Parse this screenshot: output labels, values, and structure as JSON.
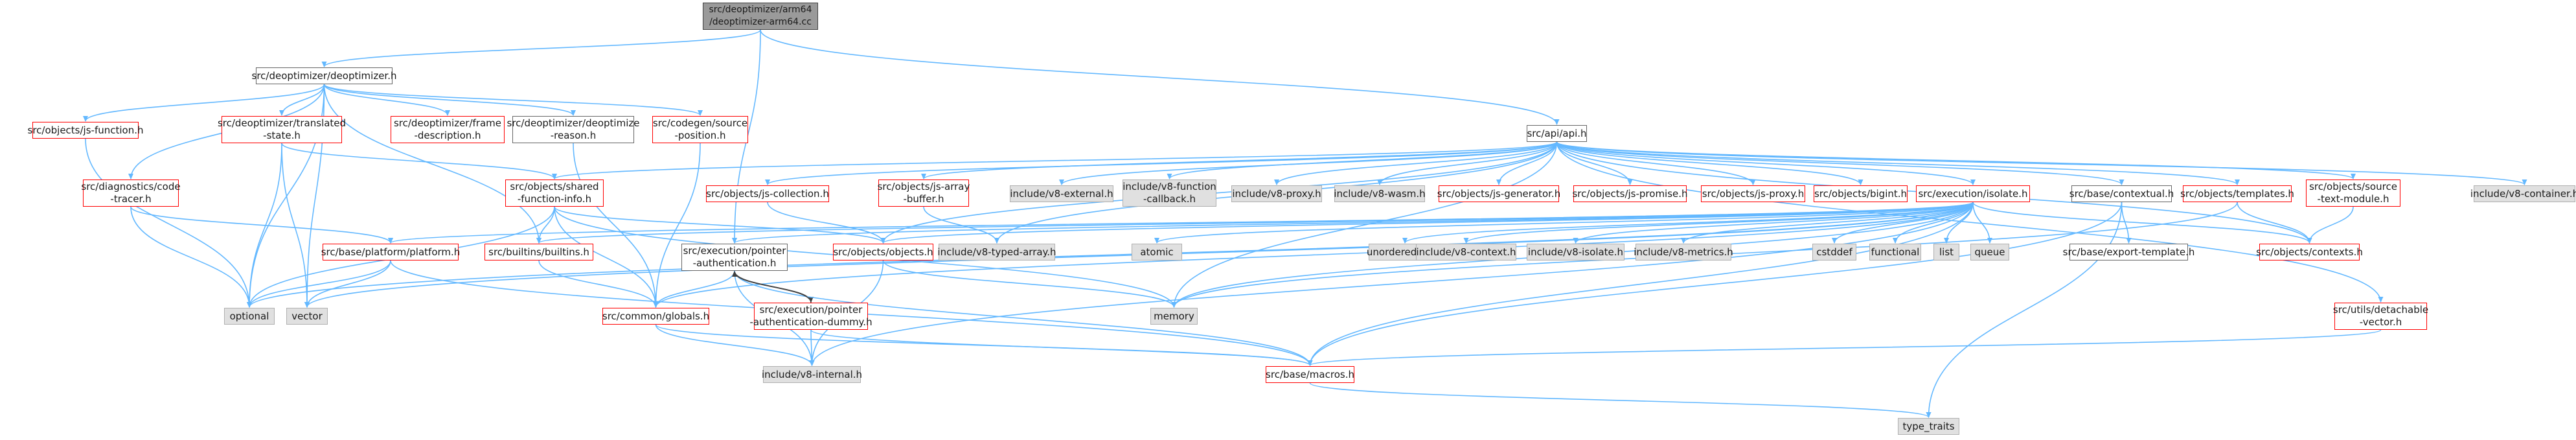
{
  "graph": {
    "nodes": [
      {
        "id": "root",
        "label": "src/deoptimizer/arm64\n/deoptimizer-arm64.cc",
        "kind": "root"
      },
      {
        "id": "deopt_h",
        "label": "src/deoptimizer/deoptimizer.h",
        "kind": "normal"
      },
      {
        "id": "api_h",
        "label": "src/api/api.h",
        "kind": "normal"
      },
      {
        "id": "js_function",
        "label": "src/objects/js-function.h",
        "kind": "red"
      },
      {
        "id": "translated_state",
        "label": "src/deoptimizer/translated\n-state.h",
        "kind": "red"
      },
      {
        "id": "frame_desc",
        "label": "src/deoptimizer/frame\n-description.h",
        "kind": "red"
      },
      {
        "id": "deopt_reason",
        "label": "src/deoptimizer/deoptimize\n-reason.h",
        "kind": "normal"
      },
      {
        "id": "source_position",
        "label": "src/codegen/source\n-position.h",
        "kind": "red"
      },
      {
        "id": "code_tracer",
        "label": "src/diagnostics/code\n-tracer.h",
        "kind": "red"
      },
      {
        "id": "shared_function_info",
        "label": "src/objects/shared\n-function-info.h",
        "kind": "red"
      },
      {
        "id": "js_collection",
        "label": "src/objects/js-collection.h",
        "kind": "red"
      },
      {
        "id": "js_array_buffer",
        "label": "src/objects/js-array\n-buffer.h",
        "kind": "red"
      },
      {
        "id": "v8_external",
        "label": "include/v8-external.h",
        "kind": "sys"
      },
      {
        "id": "v8_function_callback",
        "label": "include/v8-function\n-callback.h",
        "kind": "sys"
      },
      {
        "id": "v8_proxy",
        "label": "include/v8-proxy.h",
        "kind": "sys"
      },
      {
        "id": "v8_wasm",
        "label": "include/v8-wasm.h",
        "kind": "sys"
      },
      {
        "id": "js_generator",
        "label": "src/objects/js-generator.h",
        "kind": "red"
      },
      {
        "id": "js_promise",
        "label": "src/objects/js-promise.h",
        "kind": "red"
      },
      {
        "id": "js_proxy",
        "label": "src/objects/js-proxy.h",
        "kind": "red"
      },
      {
        "id": "bigint",
        "label": "src/objects/bigint.h",
        "kind": "red"
      },
      {
        "id": "isolate",
        "label": "src/execution/isolate.h",
        "kind": "red"
      },
      {
        "id": "contextual",
        "label": "src/base/contextual.h",
        "kind": "normal"
      },
      {
        "id": "templates",
        "label": "src/objects/templates.h",
        "kind": "red"
      },
      {
        "id": "source_text_module",
        "label": "src/objects/source\n-text-module.h",
        "kind": "red"
      },
      {
        "id": "v8_container",
        "label": "include/v8-container.h",
        "kind": "sys"
      },
      {
        "id": "platform",
        "label": "src/base/platform/platform.h",
        "kind": "red"
      },
      {
        "id": "builtins",
        "label": "src/builtins/builtins.h",
        "kind": "red"
      },
      {
        "id": "objects",
        "label": "src/objects/objects.h",
        "kind": "red"
      },
      {
        "id": "pointer_auth",
        "label": "src/execution/pointer\n-authentication.h",
        "kind": "normal"
      },
      {
        "id": "v8_typed_array",
        "label": "include/v8-typed-array.h",
        "kind": "sys"
      },
      {
        "id": "atomic",
        "label": "atomic",
        "kind": "sys"
      },
      {
        "id": "unordered_map",
        "label": "unordered_map",
        "kind": "sys"
      },
      {
        "id": "v8_context",
        "label": "include/v8-context.h",
        "kind": "sys"
      },
      {
        "id": "v8_isolate",
        "label": "include/v8-isolate.h",
        "kind": "sys"
      },
      {
        "id": "v8_metrics",
        "label": "include/v8-metrics.h",
        "kind": "sys"
      },
      {
        "id": "cstddef",
        "label": "cstddef",
        "kind": "sys"
      },
      {
        "id": "functional",
        "label": "functional",
        "kind": "sys"
      },
      {
        "id": "list",
        "label": "list",
        "kind": "sys"
      },
      {
        "id": "queue",
        "label": "queue",
        "kind": "sys"
      },
      {
        "id": "export_template",
        "label": "src/base/export-template.h",
        "kind": "normal"
      },
      {
        "id": "contexts",
        "label": "src/objects/contexts.h",
        "kind": "red"
      },
      {
        "id": "optional",
        "label": "optional",
        "kind": "sys"
      },
      {
        "id": "vector",
        "label": "vector",
        "kind": "sys"
      },
      {
        "id": "memory",
        "label": "memory",
        "kind": "sys"
      },
      {
        "id": "globals",
        "label": "src/common/globals.h",
        "kind": "red"
      },
      {
        "id": "pointer_auth_dummy",
        "label": "src/execution/pointer\n-authentication-dummy.h",
        "kind": "red"
      },
      {
        "id": "detachable_vector",
        "label": "src/utils/detachable\n-vector.h",
        "kind": "red"
      },
      {
        "id": "v8_internal",
        "label": "include/v8-internal.h",
        "kind": "sys"
      },
      {
        "id": "macros",
        "label": "src/base/macros.h",
        "kind": "red"
      },
      {
        "id": "type_traits",
        "label": "type_traits",
        "kind": "sys"
      }
    ],
    "edges": [
      [
        "root",
        "deopt_h"
      ],
      [
        "root",
        "api_h"
      ],
      [
        "root",
        "pointer_auth"
      ],
      [
        "deopt_h",
        "js_function"
      ],
      [
        "deopt_h",
        "translated_state"
      ],
      [
        "deopt_h",
        "frame_desc"
      ],
      [
        "deopt_h",
        "deopt_reason"
      ],
      [
        "deopt_h",
        "source_position"
      ],
      [
        "deopt_h",
        "code_tracer"
      ],
      [
        "deopt_h",
        "builtins"
      ],
      [
        "deopt_h",
        "optional"
      ],
      [
        "deopt_h",
        "vector"
      ],
      [
        "js_function",
        "optional"
      ],
      [
        "translated_state",
        "shared_function_info"
      ],
      [
        "translated_state",
        "optional"
      ],
      [
        "translated_state",
        "vector"
      ],
      [
        "deopt_reason",
        "globals"
      ],
      [
        "source_position",
        "globals"
      ],
      [
        "code_tracer",
        "platform"
      ],
      [
        "code_tracer",
        "optional"
      ],
      [
        "api_h",
        "shared_function_info"
      ],
      [
        "api_h",
        "js_collection"
      ],
      [
        "api_h",
        "js_array_buffer"
      ],
      [
        "api_h",
        "v8_external"
      ],
      [
        "api_h",
        "v8_function_callback"
      ],
      [
        "api_h",
        "v8_proxy"
      ],
      [
        "api_h",
        "v8_wasm"
      ],
      [
        "api_h",
        "js_generator"
      ],
      [
        "api_h",
        "js_promise"
      ],
      [
        "api_h",
        "js_proxy"
      ],
      [
        "api_h",
        "bigint"
      ],
      [
        "api_h",
        "isolate"
      ],
      [
        "api_h",
        "contextual"
      ],
      [
        "api_h",
        "templates"
      ],
      [
        "api_h",
        "source_text_module"
      ],
      [
        "api_h",
        "v8_container"
      ],
      [
        "api_h",
        "contexts"
      ],
      [
        "api_h",
        "detachable_vector"
      ],
      [
        "api_h",
        "objects"
      ],
      [
        "api_h",
        "v8_typed_array"
      ],
      [
        "api_h",
        "memory"
      ],
      [
        "shared_function_info",
        "builtins"
      ],
      [
        "shared_function_info",
        "objects"
      ],
      [
        "shared_function_info",
        "optional"
      ],
      [
        "shared_function_info",
        "globals"
      ],
      [
        "shared_function_info",
        "memory"
      ],
      [
        "js_collection",
        "objects"
      ],
      [
        "js_array_buffer",
        "v8_typed_array"
      ],
      [
        "isolate",
        "platform"
      ],
      [
        "isolate",
        "builtins"
      ],
      [
        "isolate",
        "objects"
      ],
      [
        "isolate",
        "atomic"
      ],
      [
        "isolate",
        "unordered_map"
      ],
      [
        "isolate",
        "v8_context"
      ],
      [
        "isolate",
        "v8_isolate"
      ],
      [
        "isolate",
        "v8_metrics"
      ],
      [
        "isolate",
        "cstddef"
      ],
      [
        "isolate",
        "functional"
      ],
      [
        "isolate",
        "list"
      ],
      [
        "isolate",
        "queue"
      ],
      [
        "isolate",
        "contexts"
      ],
      [
        "isolate",
        "optional"
      ],
      [
        "isolate",
        "vector"
      ],
      [
        "isolate",
        "memory"
      ],
      [
        "isolate",
        "globals"
      ],
      [
        "isolate",
        "v8_internal"
      ],
      [
        "isolate",
        "macros"
      ],
      [
        "isolate",
        "pointer_auth"
      ],
      [
        "contextual",
        "export_template"
      ],
      [
        "contextual",
        "macros"
      ],
      [
        "contextual",
        "type_traits"
      ],
      [
        "templates",
        "contexts"
      ],
      [
        "templates",
        "memory"
      ],
      [
        "source_text_module",
        "contexts"
      ],
      [
        "detachable_vector",
        "macros"
      ],
      [
        "platform",
        "optional"
      ],
      [
        "platform",
        "vector"
      ],
      [
        "platform",
        "macros"
      ],
      [
        "builtins",
        "globals"
      ],
      [
        "objects",
        "memory"
      ],
      [
        "objects",
        "v8_internal"
      ],
      [
        "pointer_auth",
        "pointer_auth_dummy"
      ],
      [
        "pointer_auth",
        "globals"
      ],
      [
        "pointer_auth",
        "v8_internal"
      ],
      [
        "pointer_auth",
        "macros"
      ],
      [
        "pointer_auth_dummy",
        "pointer_auth"
      ],
      [
        "pointer_auth_dummy",
        "v8_internal"
      ],
      [
        "pointer_auth_dummy",
        "macros"
      ],
      [
        "globals",
        "v8_internal"
      ],
      [
        "globals",
        "macros"
      ],
      [
        "macros",
        "type_traits"
      ]
    ]
  }
}
